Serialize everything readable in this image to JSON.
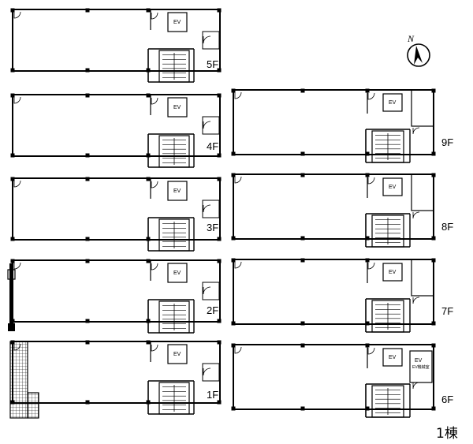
{
  "building_label": "1棟",
  "compass": {
    "letter": "N",
    "icon": "north-arrow-icon"
  },
  "ev_label": "EV",
  "ev_sub_label_6f": "EV機械室",
  "floors": [
    {
      "id": "5F",
      "label": "5F"
    },
    {
      "id": "4F",
      "label": "4F"
    },
    {
      "id": "3F",
      "label": "3F"
    },
    {
      "id": "2F",
      "label": "2F"
    },
    {
      "id": "1F",
      "label": "1F"
    },
    {
      "id": "9F",
      "label": "9F"
    },
    {
      "id": "8F",
      "label": "8F"
    },
    {
      "id": "7F",
      "label": "7F"
    },
    {
      "id": "6F",
      "label": "6F"
    }
  ]
}
